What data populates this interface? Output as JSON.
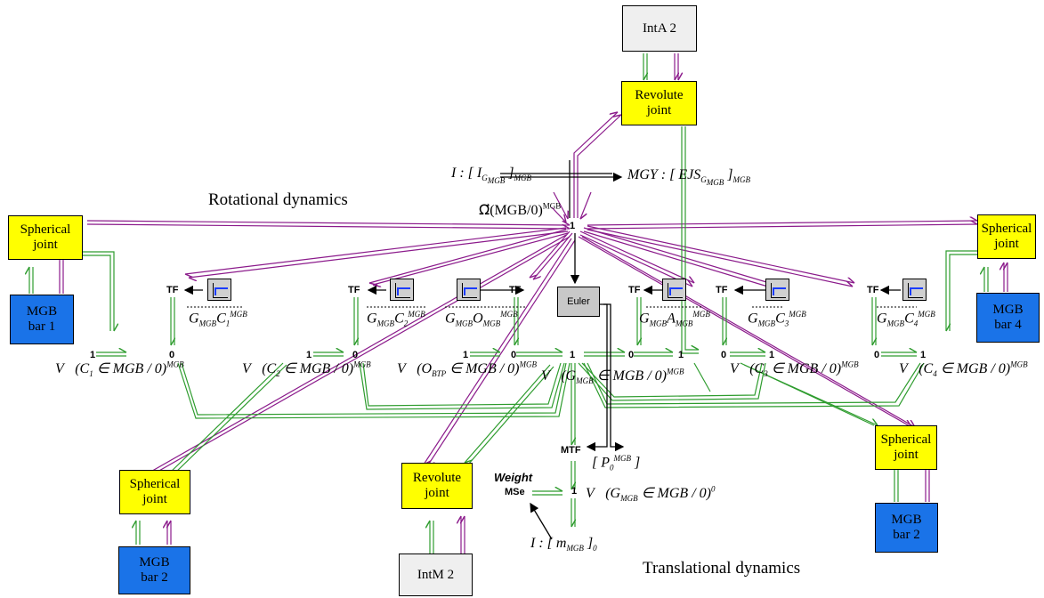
{
  "sections": {
    "rotational": "Rotational dynamics",
    "translational": "Translational dynamics"
  },
  "blocks": {
    "inta2": "IntA 2",
    "intm2": "IntM 2",
    "rev_top": [
      "Revolute",
      "joint"
    ],
    "rev_bottom": [
      "Revolute",
      "joint"
    ],
    "sph_left": [
      "Spherical",
      "joint"
    ],
    "sph_right": [
      "Spherical",
      "joint"
    ],
    "sph_bl": [
      "Spherical",
      "joint"
    ],
    "sph_br": [
      "Spherical",
      "joint"
    ],
    "mgb_bar1": [
      "MGB",
      "bar 1"
    ],
    "mgb_bar4": [
      "MGB",
      "bar 4"
    ],
    "mgb_bar2_left": [
      "MGB",
      "bar 2"
    ],
    "mgb_bar2_right": [
      "MGB",
      "bar 2"
    ],
    "euler": "Euler"
  },
  "junctions": {
    "one": "1",
    "zero": "0",
    "tf": "TF",
    "mtf": "MTF",
    "mse": "MSe"
  },
  "weight": "Weight",
  "colors": {
    "green": "#2e9c2e",
    "purple": "#8b1a8b",
    "yellow": "#ffff00",
    "blue": "#1a73e8",
    "grey": "#efefef"
  }
}
